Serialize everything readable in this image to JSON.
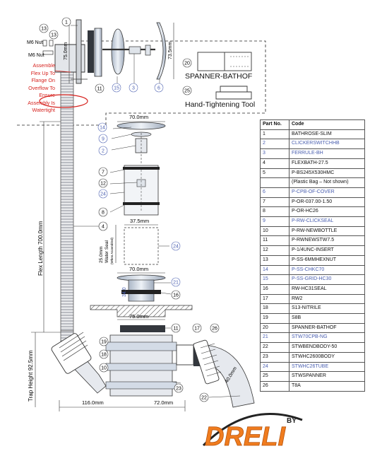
{
  "callouts": {
    "c1": "1",
    "c13a": "13",
    "c13b": "13",
    "c11": "11",
    "c15": "15",
    "c3": "3",
    "c6": "6",
    "c20": "20",
    "c25": "25",
    "c14": "14",
    "c9": "9",
    "c2": "2",
    "c7": "7",
    "c12": "12",
    "c24a": "24",
    "c8": "8",
    "c4": "4",
    "c24b": "24",
    "c21": "21",
    "c16": "16",
    "c11b": "11",
    "c17": "17",
    "c26": "26",
    "c19": "19",
    "c18": "18",
    "c10": "10",
    "c23": "23",
    "c22": "22"
  },
  "labels": {
    "m6nut_a": "M6 Nut",
    "m6nut_b": "M6 Nut",
    "note_lines": [
      "Assemble",
      "Flex Up To",
      "Flange On",
      "Overflow To",
      "Ensure",
      "Assembly Is",
      "Watertight"
    ],
    "spanner": "SPANNER-BATHOF",
    "tool": "Hand-Tightening Tool"
  },
  "dimensions": {
    "d75_flange": "75.0mm",
    "d73_5": "73.5mm",
    "d70_top": "70.0mm",
    "d37_5": "37.5mm",
    "d25_water": "25.0mm",
    "water_seal": "Water Seal",
    "when_assembled": "(When Assembled)",
    "d70_mid": "70.0mm",
    "d34": "34.0",
    "d75_base": "75.0mm",
    "d40": "40.0mm",
    "flex_length": "Flex Length 700.0mm",
    "trap_height": "Trap Height 92.5mm",
    "d116": "116.0mm",
    "d72": "72.0mm"
  },
  "parts_table": {
    "header": {
      "part": "Part No.",
      "code": "Code"
    },
    "rows": [
      {
        "part": "1",
        "code": "BATHROSE-SLIM",
        "blue": false
      },
      {
        "part": "2",
        "code": "CLICKERSWITCHHB",
        "blue": true
      },
      {
        "part": "3",
        "code": "FERRULE-BH",
        "blue": true
      },
      {
        "part": "4",
        "code": "FLEXBATH-27.5",
        "blue": false
      },
      {
        "part": "5",
        "code": "P-BS245X530HMC",
        "blue": false
      },
      {
        "part": "",
        "code": "(Plastic Bag – Not shown)",
        "blue": false
      },
      {
        "part": "6",
        "code": "P-CPB-OF-COVER",
        "blue": true
      },
      {
        "part": "7",
        "code": "P-OR-037.00-1.50",
        "blue": false
      },
      {
        "part": "8",
        "code": "P-OR-HC26",
        "blue": false
      },
      {
        "part": "9",
        "code": "P-RW-CLICKSEAL",
        "blue": true
      },
      {
        "part": "10",
        "code": "P-RW-NEWBOTTLE",
        "blue": false
      },
      {
        "part": "11",
        "code": "P-RWNEWSTW7.5",
        "blue": false
      },
      {
        "part": "12",
        "code": "P-1/4UNC-INSERT",
        "blue": false
      },
      {
        "part": "13",
        "code": "P-SS-6MMHEXNUT",
        "blue": false
      },
      {
        "part": "14",
        "code": "P-SS-CHKC70",
        "blue": true
      },
      {
        "part": "15",
        "code": "P-SS-GRID-HC30",
        "blue": true
      },
      {
        "part": "16",
        "code": "RW-HC31SEAL",
        "blue": false
      },
      {
        "part": "17",
        "code": "RW2",
        "blue": false
      },
      {
        "part": "18",
        "code": "S13-NITRILE",
        "blue": false
      },
      {
        "part": "19",
        "code": "S8B",
        "blue": false
      },
      {
        "part": "20",
        "code": "SPANNER-BATHOF",
        "blue": false
      },
      {
        "part": "21",
        "code": "STW70CPB-NG",
        "blue": true
      },
      {
        "part": "22",
        "code": "STWBENDBODY-50",
        "blue": false
      },
      {
        "part": "23",
        "code": "STWHC2600BODY",
        "blue": false
      },
      {
        "part": "24",
        "code": "STWHC26TUBE",
        "blue": true
      },
      {
        "part": "25",
        "code": "STWSPANNER",
        "blue": false
      },
      {
        "part": "26",
        "code": "T8A",
        "blue": false
      }
    ]
  },
  "logo": {
    "text": "DRELI",
    "by": "BY"
  },
  "colors": {
    "blue": "#4a5fb0",
    "red": "#d6221e",
    "orange": "#f07c1e",
    "steel": "#d3dbe6",
    "dark": "#222222"
  }
}
